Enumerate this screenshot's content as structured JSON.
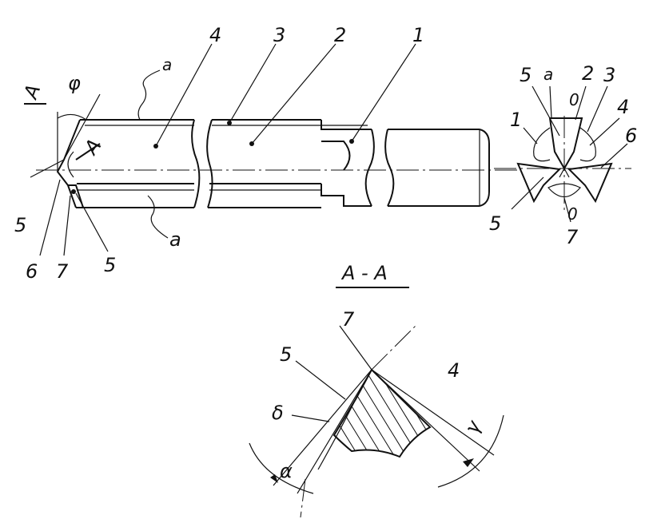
{
  "labels": {
    "a_top": "a",
    "a_bottom": "a",
    "n4": "4",
    "n3": "3",
    "n2": "2",
    "n1": "1",
    "phi": "φ",
    "sec_A_top": "A",
    "sec_A_mid": "A",
    "n5_left": "5",
    "n6_left": "6",
    "n7_left": "7",
    "n5_left_bottom": "5",
    "end_a": "a",
    "end_2": "2",
    "end_3": "3",
    "end_5": "5",
    "end_1": "1",
    "end_0_top": "0",
    "end_4": "4",
    "end_6": "6",
    "end_5_bottom": "5",
    "end_0_bottom": "0",
    "end_7": "7",
    "section_title": "A - A",
    "sec_7": "7",
    "sec_5": "5",
    "sec_4": "4",
    "sec_delta": "δ",
    "sec_alpha": "α",
    "sec_gamma": "γ"
  }
}
